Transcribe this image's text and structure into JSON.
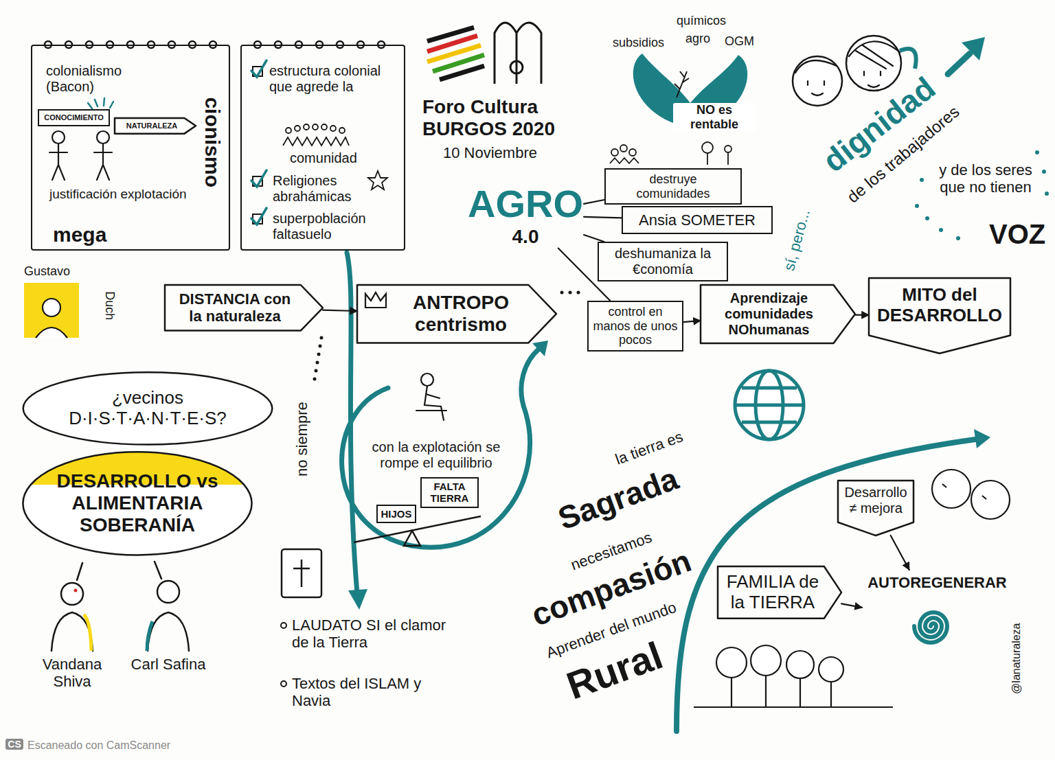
{
  "diagram": {
    "title": "Foro Cultura BURGOS 2020",
    "nodes": [
      {
        "text": [
          "colonialismo (Bacon)",
          "justificación explotación",
          "mega",
          "cionismo"
        ]
      },
      {
        "text": [
          "CONOCIMIENTO"
        ],
        "in": 0
      },
      {
        "text": [
          "NATURALEZA"
        ],
        "in": 0
      },
      {
        "text": [
          "estructura colonial que agrede la",
          "comunidad",
          "Religiones abrahámicas",
          "superpoblación faltasuelo"
        ]
      },
      {
        "text": [
          "AGRO",
          "4.0"
        ]
      },
      {
        "text": [
          "destruye comunidades"
        ]
      },
      {
        "text": [
          "Ansia SOMETER"
        ]
      },
      {
        "text": [
          "deshumaniza la €conomía"
        ]
      },
      {
        "text": [
          "Gustavo",
          "Duch"
        ]
      },
      {
        "text": [
          "DISTANCIA con la naturaleza"
        ]
      },
      {
        "text": [
          "ANTROPO centrismo"
        ]
      },
      {
        "text": [
          "control en manos de unos pocos"
        ]
      },
      {
        "text": [
          "Aprendizaje comunidades NOhumanas"
        ]
      },
      {
        "text": [
          "MITO del DESARROLLO"
        ]
      },
      {
        "text": [
          "¿vecinos D·I·S·T·A·N·T·E·S?"
        ]
      },
      {
        "text": [
          "DESARROLLO vs ALIMENTARIA SOBERANÍA"
        ]
      },
      {
        "text": [
          "FALTA TIERRA"
        ]
      },
      {
        "text": [
          "HIJOS"
        ]
      },
      {
        "text": [
          "Desarrollo ≠ mejora"
        ]
      },
      {
        "text": [
          "FAMILIA de la TIERRA"
        ]
      },
      {
        "text": [
          "AUTOREGENERAR"
        ]
      }
    ],
    "edges": [
      {
        "from": 4,
        "to": 5,
        "arrow": "none"
      },
      {
        "from": 4,
        "to": 6,
        "arrow": "none"
      },
      {
        "from": 4,
        "to": 7,
        "arrow": "none"
      },
      {
        "from": 4,
        "to": 11,
        "arrow": "none"
      },
      {
        "from": 9,
        "to": 10,
        "arrow": "to"
      },
      {
        "from": 11,
        "to": 12,
        "arrow": "to"
      },
      {
        "from": 12,
        "to": 13,
        "arrow": "to"
      },
      {
        "from": 18,
        "to": 20,
        "arrow": "to"
      },
      {
        "from": 19,
        "to": 20,
        "arrow": "to"
      }
    ],
    "labels": [
      "10 Noviembre",
      "químicos",
      "agro",
      "subsidios",
      "OGM",
      "NO es rentable",
      "dignidad",
      "de los trabajadores",
      "y de los seres que no tienen",
      "VOZ",
      "sí, pero...",
      "no siempre",
      "con la explotación se rompe el equilibrio",
      "Vandana Shiva",
      "Carl Safina",
      "LAUDATO SI el clamor de la Tierra",
      "Textos del ISLAM y Navia",
      "la tierra es",
      "Sagrada",
      "necesitamos",
      "compasión",
      "Aprender del mundo",
      "Rural",
      "@lanaturaleza",
      "CS",
      "Escaneado con CamScanner"
    ]
  }
}
